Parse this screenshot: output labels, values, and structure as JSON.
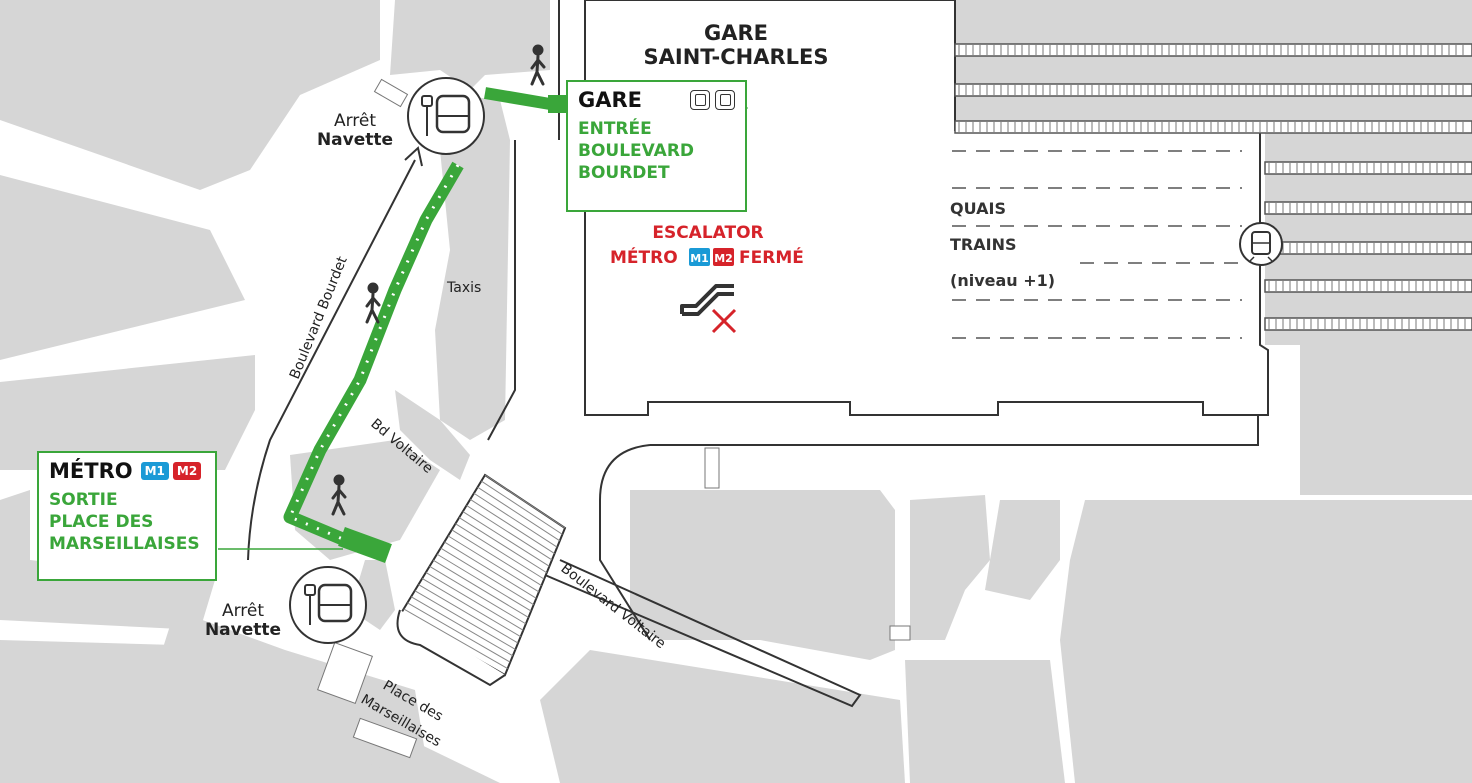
{
  "station": {
    "line1": "GARE",
    "line2": "SAINT-CHARLES"
  },
  "gare_box": {
    "title": "GARE",
    "lines": [
      "ENTRÉE",
      "BOULEVARD",
      "BOURDET"
    ],
    "icons": [
      "tram-icon",
      "bus-icon"
    ]
  },
  "metro_box": {
    "title": "MÉTRO",
    "badge1": "M1",
    "badge2": "M2",
    "lines": [
      "SORTIE",
      "PLACE DES",
      "MARSEILLAISES"
    ]
  },
  "escalator": {
    "line1": "ESCALATOR",
    "metro_word": "MÉTRO",
    "badge1": "M1",
    "badge2": "M2",
    "closed_word": "FERMÉ"
  },
  "quais": {
    "line1": "QUAIS",
    "line2": "TRAINS",
    "line3": "(niveau +1)"
  },
  "stops": {
    "top": {
      "word1": "Arrêt",
      "word2": "Navette"
    },
    "bottom": {
      "word1": "Arrêt",
      "word2": "Navette"
    }
  },
  "streets": {
    "bd_bourdet": "Boulevard Bourdet",
    "bd_voltaire_short": "Bd Voltaire",
    "bd_voltaire": "Boulevard Voltaire",
    "place_line1": "Place des",
    "place_line2": "Marseillaises",
    "taxis": "Taxis"
  },
  "colors": {
    "route_green": "#3aa63a",
    "alert_red": "#d6232a",
    "metro_blue": "#1a9ad6",
    "block_gray": "#d6d6d6",
    "outline": "#333333"
  },
  "icons": [
    "pedestrian-icon",
    "bus-stop-icon",
    "escalator-icon",
    "closed-cross-icon",
    "train-icon"
  ]
}
